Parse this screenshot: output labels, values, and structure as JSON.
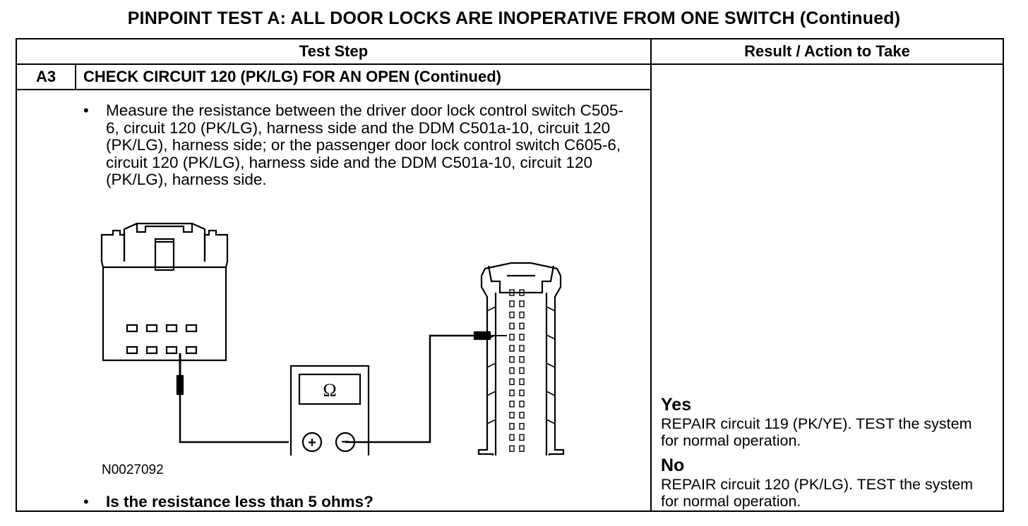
{
  "title": "PINPOINT TEST A: ALL DOOR LOCKS ARE INOPERATIVE FROM ONE SWITCH (Continued)",
  "table": {
    "headers": {
      "test_step": "Test Step",
      "result": "Result / Action to Take"
    },
    "step": {
      "id": "A3",
      "title": "CHECK CIRCUIT 120 (PK/LG) FOR AN OPEN (Continued)",
      "bullet_symbol": "•",
      "instruction": "Measure the resistance between the driver door lock control switch C505-6, circuit 120 (PK/LG), harness side and the DDM C501a-10, circuit 120 (PK/LG), harness side; or the passenger door lock control switch C605-6, circuit 120 (PK/LG), harness side and the DDM C501a-10, circuit 120 (PK/LG), harness side.",
      "figure_id": "N0027092",
      "question": "Is the resistance less than 5 ohms?"
    },
    "results": {
      "yes_label": "Yes",
      "yes_action": "REPAIR circuit 119 (PK/YE). TEST the system for normal operation.",
      "no_label": "No",
      "no_action": "REPAIR circuit 120 (PK/LG). TEST the system for normal operation."
    }
  },
  "meter": {
    "display_symbol": "Ω",
    "plus_symbol": "+",
    "minus_symbol": "−"
  }
}
